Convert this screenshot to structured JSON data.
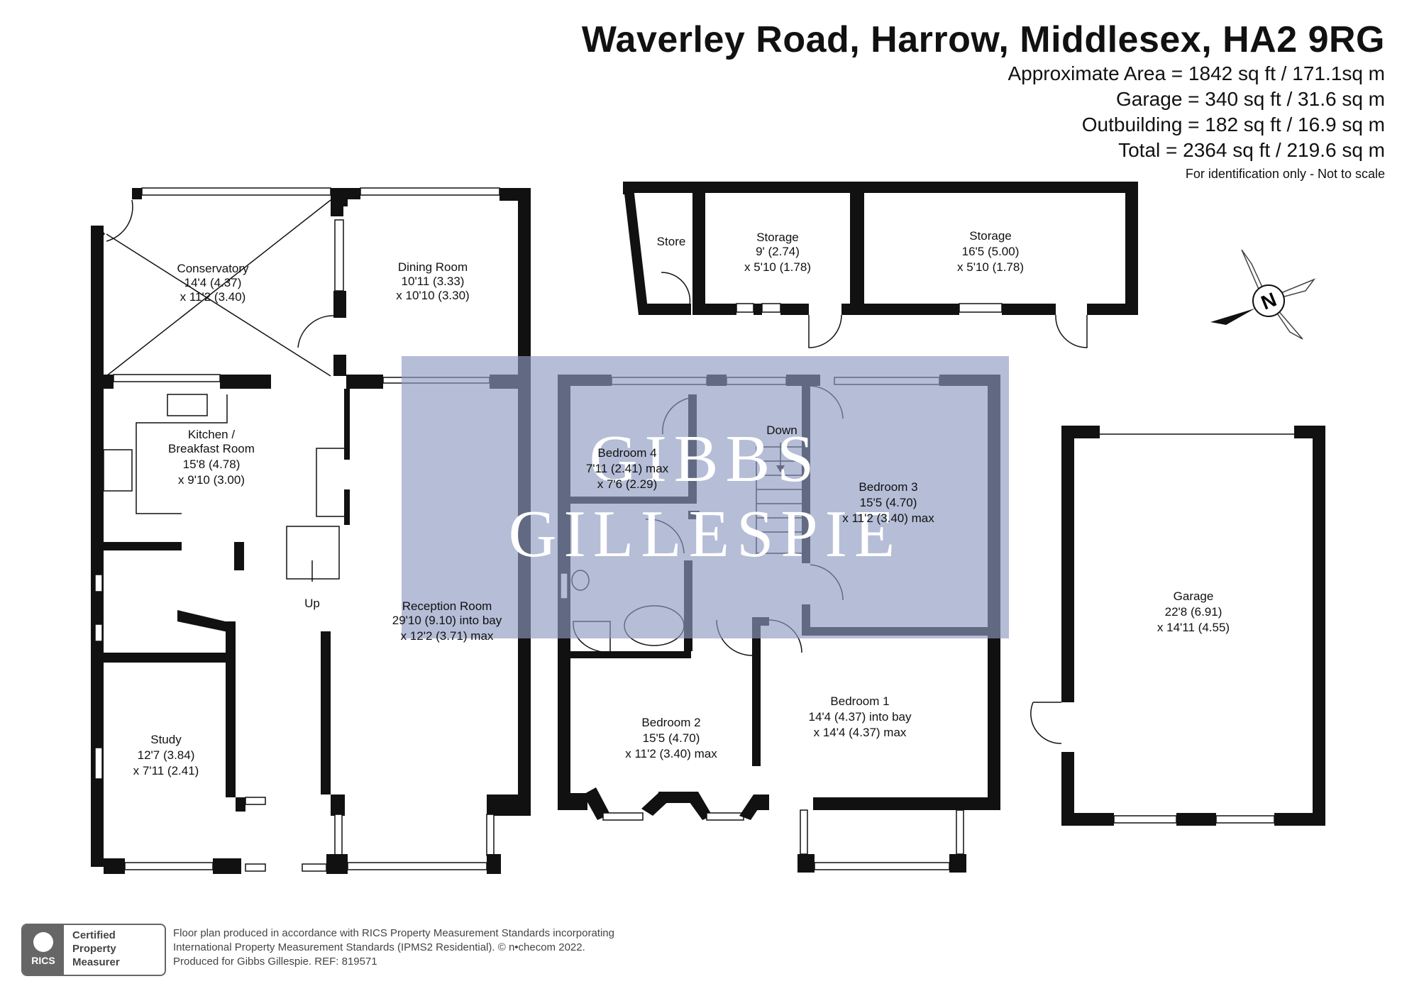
{
  "header": {
    "title": "Waverley Road, Harrow, Middlesex, HA2 9RG",
    "lines": [
      "Approximate Area = 1842 sq ft / 171.1sq m",
      "Garage = 340 sq ft / 31.6 sq m",
      "Outbuilding = 182 sq ft / 16.9 sq m",
      "Total = 2364 sq ft / 219.6 sq m"
    ],
    "note": "For identification only - Not to scale"
  },
  "watermark": {
    "line1": "GIBBS",
    "line2": "GILLESPIE",
    "color": "#8e9ac1"
  },
  "compass": {
    "label": "N"
  },
  "rooms": {
    "conservatory": [
      "Conservatory",
      "14'4 (4.37)",
      "x 11'2 (3.40)"
    ],
    "dining": [
      "Dining Room",
      "10'11 (3.33)",
      "x 10'10 (3.30)"
    ],
    "kitchen": [
      "Kitchen /",
      "Breakfast Room",
      "15'8 (4.78)",
      "x 9'10 (3.00)"
    ],
    "reception": [
      "Reception Room",
      "29'10 (9.10) into bay",
      "x 12'2 (3.71) max"
    ],
    "study": [
      "Study",
      "12'7 (3.84)",
      "x 7'11 (2.41)"
    ],
    "store": [
      "Store"
    ],
    "storage1": [
      "Storage",
      "9' (2.74)",
      "x 5'10 (1.78)"
    ],
    "storage2": [
      "Storage",
      "16'5 (5.00)",
      "x 5'10 (1.78)"
    ],
    "bedroom4": [
      "Bedroom 4",
      "7'11 (2.41) max",
      "x 7'6 (2.29)"
    ],
    "bedroom3": [
      "Bedroom 3",
      "15'5 (4.70)",
      "x 11'2 (3.40) max"
    ],
    "bedroom2": [
      "Bedroom 2",
      "15'5 (4.70)",
      "x 11'2 (3.40) max"
    ],
    "bedroom1": [
      "Bedroom 1",
      "14'4 (4.37) into bay",
      "x 14'4 (4.37) max"
    ],
    "garage": [
      "Garage",
      "22'8 (6.91)",
      "x 14'11 (4.55)"
    ]
  },
  "stairs": {
    "up": "Up",
    "down": "Down"
  },
  "footer": {
    "badge_logo": "RICS",
    "badge_lines": [
      "Certified",
      "Property",
      "Measurer"
    ],
    "disclaimer": [
      "Floor plan produced in accordance with RICS Property Measurement Standards incorporating",
      "International Property Measurement Standards (IPMS2 Residential).   © n•checom 2022.",
      "Produced for Gibbs Gillespie.   REF:  819571"
    ]
  }
}
